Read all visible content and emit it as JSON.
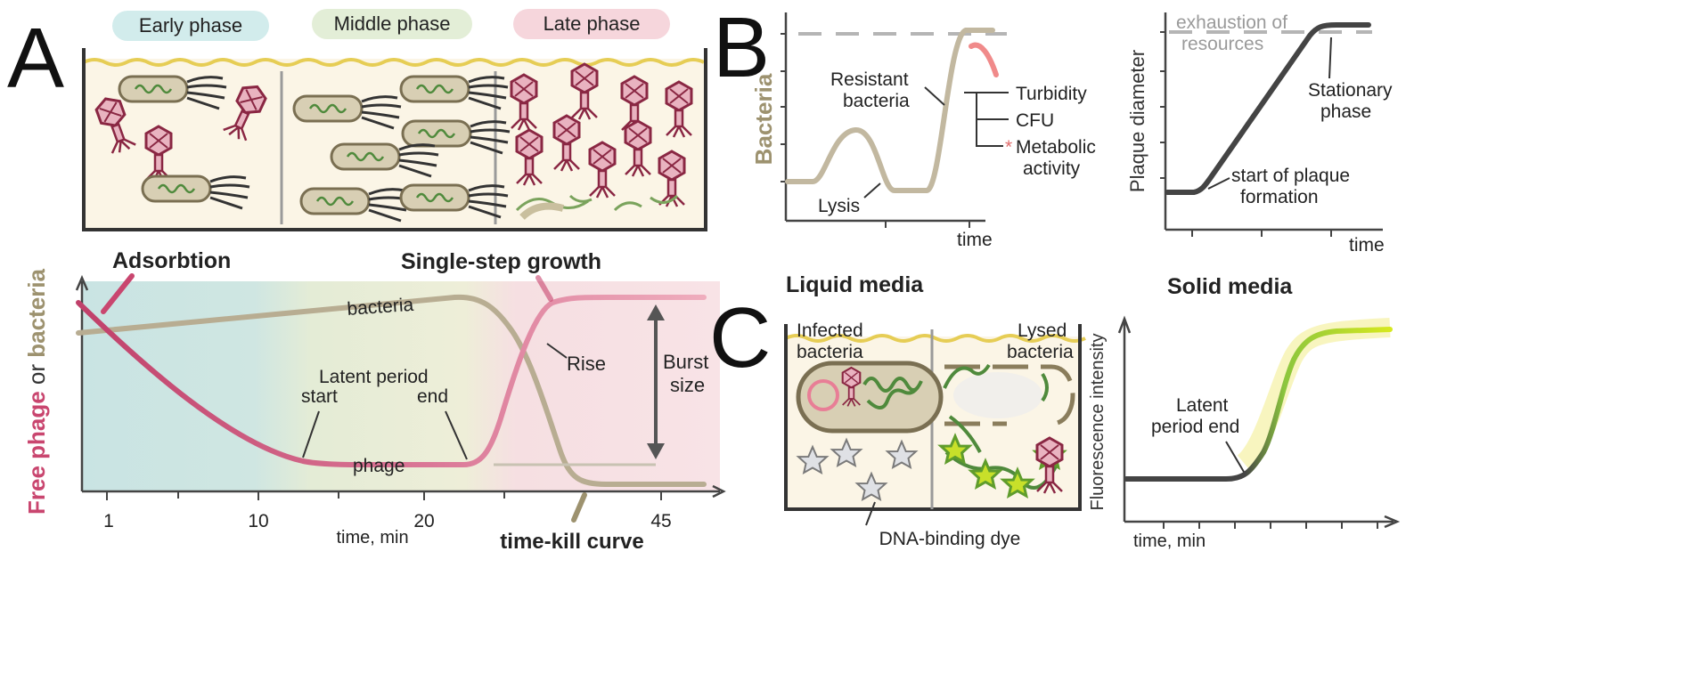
{
  "panel_a": {
    "letter": "A",
    "phases": [
      "Early phase",
      "Middle phase",
      "Late phase"
    ],
    "adsorbtion": "Adsorbtion",
    "single_step": "Single-step growth",
    "y_label_free_phage": "Free phage",
    "y_label_or": " or ",
    "y_label_bacteria": "bacteria",
    "curve_bacteria": "bacteria",
    "curve_phage": "phage",
    "latent_1": "Latent period",
    "latent_start": "start",
    "latent_end": "end",
    "rise": "Rise",
    "burst_1": "Burst",
    "burst_2": "size",
    "ticks": [
      "1",
      "10",
      "20",
      "45"
    ],
    "x_label": "time, min",
    "time_kill": "time-kill curve"
  },
  "panel_b": {
    "letter": "B",
    "y_label": "Bacteria",
    "resistant_1": "Resistant",
    "resistant_2": "bacteria",
    "turbidity": "Turbidity",
    "cfu": "CFU",
    "asterisk": "*",
    "metabolic_1": "Metabolic",
    "metabolic_2": "activity",
    "lysis": "Lysis",
    "x_label": "time",
    "title_liquid": "Liquid media",
    "solid_y_label": "Plaque diameter",
    "exhaustion_1": "exhaustion of",
    "exhaustion_2": "resources",
    "stationary_1": "Stationary",
    "stationary_2": "phase",
    "start_plaque_1": "start of plaque",
    "start_plaque_2": "formation",
    "solid_x_label": "time",
    "title_solid": "Solid media"
  },
  "panel_c": {
    "letter": "C",
    "infected_1": "Infected",
    "infected_2": "bacteria",
    "lysed_1": "Lysed",
    "lysed_2": "bacteria",
    "dye": "DNA-binding dye",
    "y_label": "Fluorescence intensity",
    "latent_1": "Latent",
    "latent_2": "period end",
    "x_label": "time, min"
  },
  "colors": {
    "phage": "#c9466f",
    "bacteria": "#b8ad92",
    "rise": "#eca3b4",
    "early_bg": "#cfe6e6",
    "middle_bg": "#e5ecd5",
    "late_bg": "#f5dbe0",
    "fluorescence": "#c8de22"
  }
}
